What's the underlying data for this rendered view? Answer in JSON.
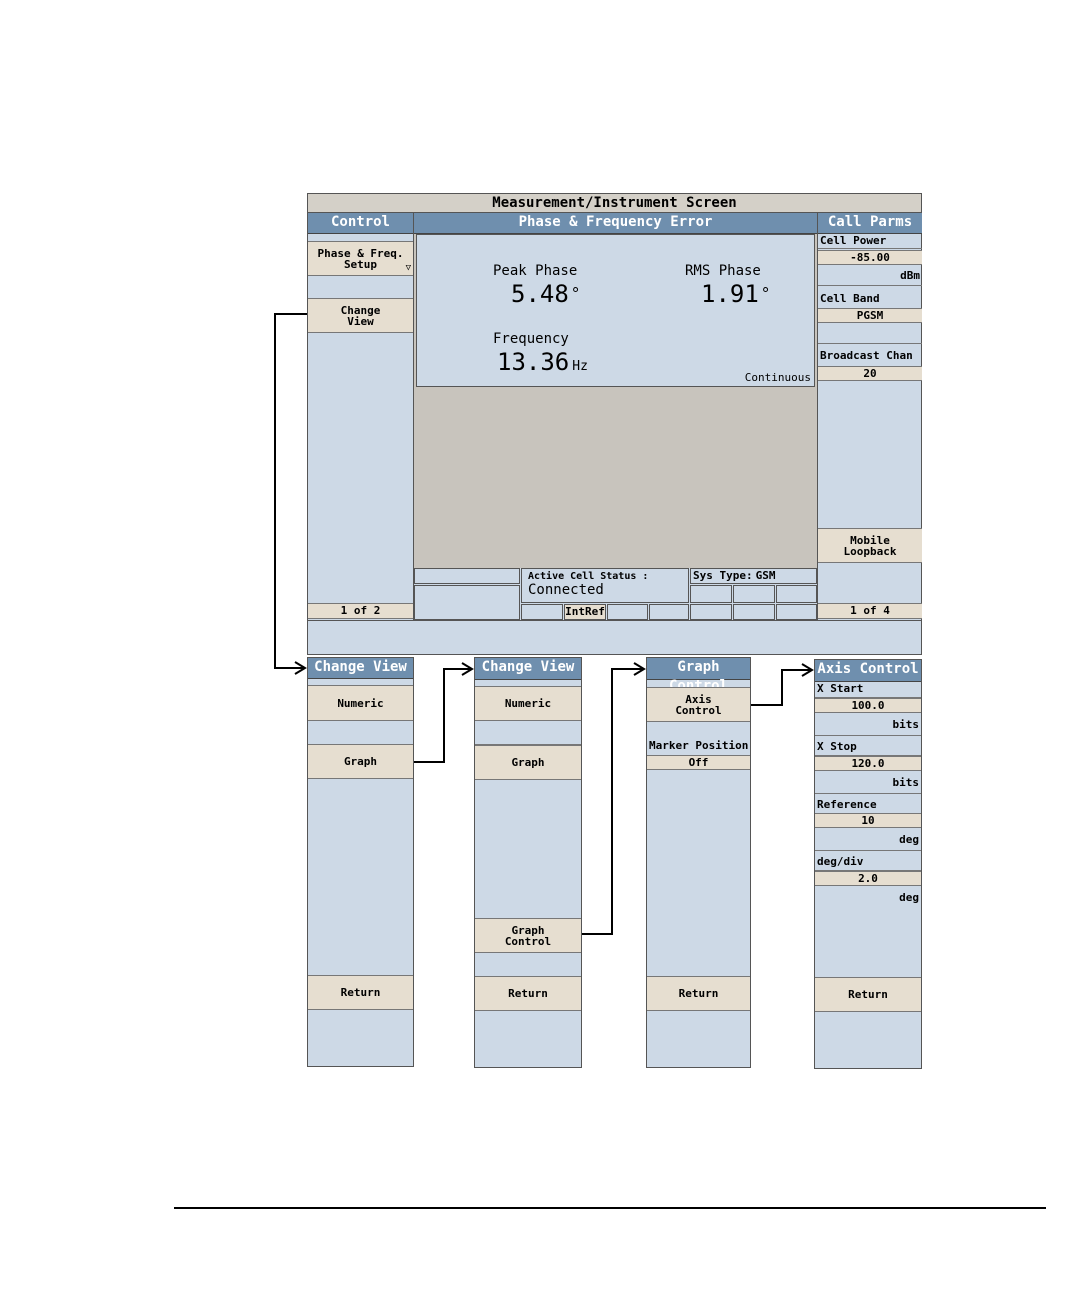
{
  "screen": {
    "title": "Measurement/Instrument Screen",
    "control": {
      "header": "Control",
      "btn1_line1": "Phase & Freq.",
      "btn1_line2": "Setup",
      "btn1_arrow": "▽",
      "btn2_line1": "Change",
      "btn2_line2": "View",
      "page": "1 of 2"
    },
    "measurement": {
      "header": "Phase & Frequency Error",
      "peak_label": "Peak Phase",
      "peak_value": "5.48",
      "peak_unit": "°",
      "rms_label": "RMS Phase",
      "rms_value": "1.91",
      "rms_unit": "°",
      "freq_label": "Frequency",
      "freq_value": "13.36",
      "freq_unit": "Hz",
      "mode": "Continuous"
    },
    "status": {
      "active_cell_label": "Active Cell Status :",
      "active_cell_value": "Connected",
      "intref": "IntRef",
      "sys_type_label": "Sys Type:",
      "sys_type_value": "GSM"
    },
    "call_parms": {
      "header": "Call Parms",
      "cell_power_label": "Cell Power",
      "cell_power_value": "-85.00",
      "cell_power_unit": "dBm",
      "cell_band_label": "Cell Band",
      "cell_band_value": "PGSM",
      "broadcast_label": "Broadcast Chan",
      "broadcast_value": "20",
      "mobile_loopback_line1": "Mobile",
      "mobile_loopback_line2": "Loopback",
      "page": "1 of 4"
    }
  },
  "menu1": {
    "header": "Change View",
    "numeric": "Numeric",
    "graph": "Graph",
    "return": "Return"
  },
  "menu2": {
    "header": "Change View",
    "numeric": "Numeric",
    "graph": "Graph",
    "graph_control_line1": "Graph",
    "graph_control_line2": "Control",
    "return": "Return"
  },
  "menu3": {
    "header": "Graph Control",
    "axis_control_line1": "Axis",
    "axis_control_line2": "Control",
    "marker_label": "Marker Position",
    "marker_value": "Off",
    "return": "Return"
  },
  "menu4": {
    "header": "Axis Control",
    "xstart_label": "X Start",
    "xstart_value": "100.0",
    "xstart_unit": "bits",
    "xstop_label": "X Stop",
    "xstop_value": "120.0",
    "xstop_unit": "bits",
    "reference_label": "Reference",
    "reference_value": "10",
    "reference_unit": "deg",
    "degdiv_label": "deg/div",
    "degdiv_value": "2.0",
    "degdiv_unit": "deg",
    "return": "Return"
  },
  "colors": {
    "panel_bg": "#cdd9e6",
    "header_bg": "#6f8fae",
    "button_bg": "#e6ded0",
    "display_gray": "#c8c4bd",
    "title_bar_bg": "#d4d0c8"
  },
  "icons": [
    "arrow-right-icon",
    "dropdown-triangle-icon"
  ]
}
